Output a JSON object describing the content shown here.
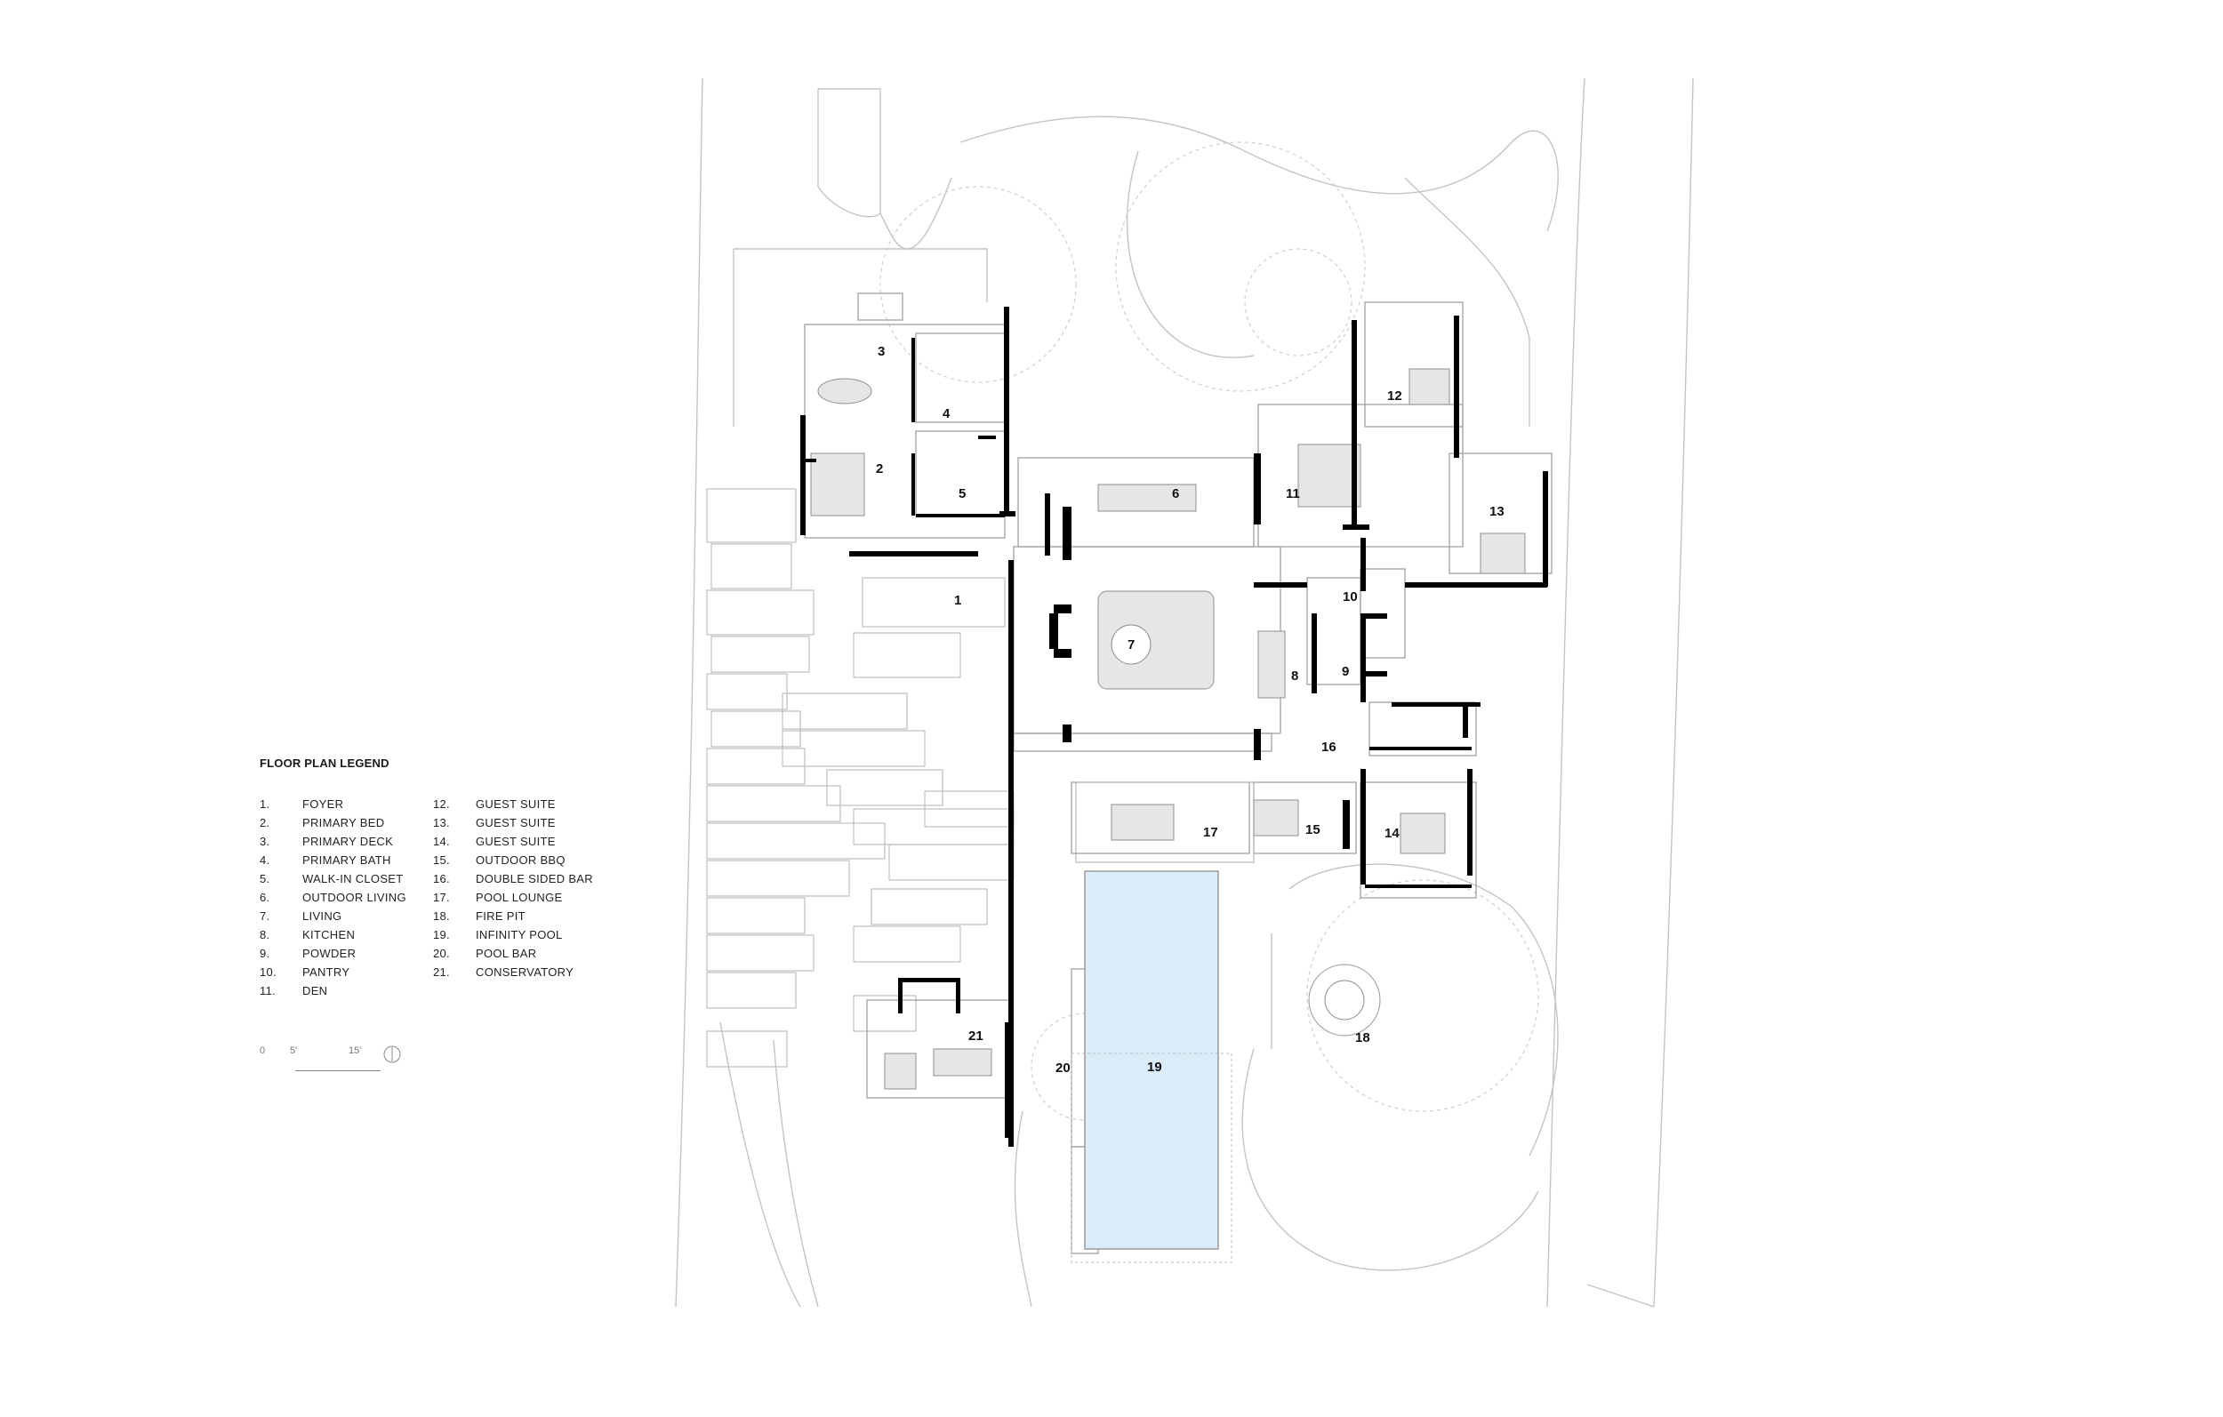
{
  "legend": {
    "title": "FLOOR PLAN LEGEND",
    "items": [
      {
        "num": "1.",
        "label": "FOYER"
      },
      {
        "num": "2.",
        "label": "PRIMARY BED"
      },
      {
        "num": "3.",
        "label": "PRIMARY DECK"
      },
      {
        "num": "4.",
        "label": "PRIMARY BATH"
      },
      {
        "num": "5.",
        "label": "WALK-IN CLOSET"
      },
      {
        "num": "6.",
        "label": "OUTDOOR LIVING"
      },
      {
        "num": "7.",
        "label": "LIVING"
      },
      {
        "num": "8.",
        "label": "KITCHEN"
      },
      {
        "num": "9.",
        "label": "POWDER"
      },
      {
        "num": "10.",
        "label": "PANTRY"
      },
      {
        "num": "11.",
        "label": "DEN"
      },
      {
        "num": "12.",
        "label": "GUEST SUITE"
      },
      {
        "num": "13.",
        "label": "GUEST SUITE"
      },
      {
        "num": "14.",
        "label": "GUEST SUITE"
      },
      {
        "num": "15.",
        "label": "OUTDOOR BBQ"
      },
      {
        "num": "16.",
        "label": "DOUBLE SIDED BAR"
      },
      {
        "num": "17.",
        "label": "POOL LOUNGE"
      },
      {
        "num": "18.",
        "label": "FIRE PIT"
      },
      {
        "num": "19.",
        "label": "INFINITY POOL"
      },
      {
        "num": "20.",
        "label": "POOL BAR"
      },
      {
        "num": "21.",
        "label": "CONSERVATORY"
      }
    ]
  },
  "scale": {
    "zero": "0",
    "five": "5'",
    "fifteen": "15'"
  },
  "rooms": [
    {
      "id": "1",
      "label": "1"
    },
    {
      "id": "2",
      "label": "2"
    },
    {
      "id": "3",
      "label": "3"
    },
    {
      "id": "4",
      "label": "4"
    },
    {
      "id": "5",
      "label": "5"
    },
    {
      "id": "6",
      "label": "6"
    },
    {
      "id": "7",
      "label": "7"
    },
    {
      "id": "8",
      "label": "8"
    },
    {
      "id": "9",
      "label": "9"
    },
    {
      "id": "10",
      "label": "10"
    },
    {
      "id": "11",
      "label": "11"
    },
    {
      "id": "12",
      "label": "12"
    },
    {
      "id": "13",
      "label": "13"
    },
    {
      "id": "14",
      "label": "14"
    },
    {
      "id": "15",
      "label": "15"
    },
    {
      "id": "16",
      "label": "16"
    },
    {
      "id": "17",
      "label": "17"
    },
    {
      "id": "18",
      "label": "18"
    },
    {
      "id": "19",
      "label": "19"
    },
    {
      "id": "20",
      "label": "20"
    },
    {
      "id": "21",
      "label": "21"
    }
  ],
  "colors": {
    "pool": "#d9ecf8",
    "wall": "#000000",
    "line": "#bdbdbd"
  }
}
